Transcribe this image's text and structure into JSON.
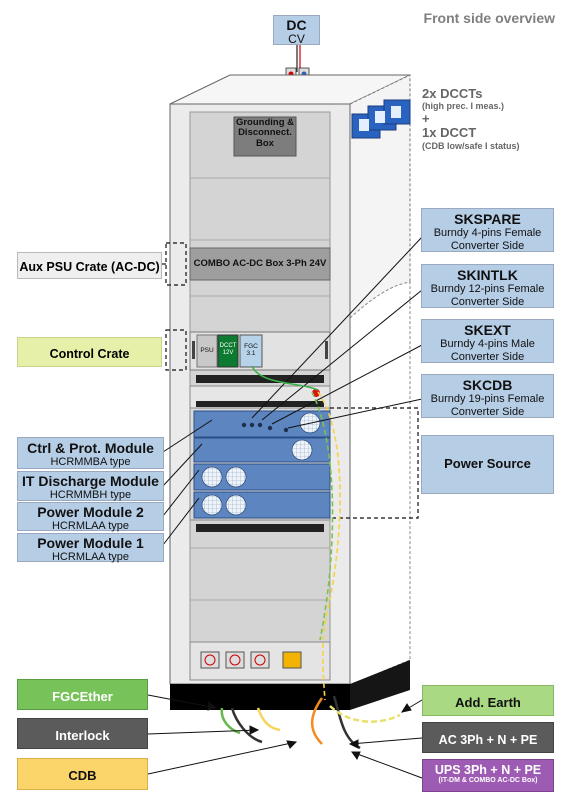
{
  "title": "Front side overview",
  "dc_box": {
    "line1": "DC",
    "line2": "CV"
  },
  "dccts": {
    "line1": "2x DCCTs",
    "line2": "(high prec. I meas.)",
    "line3": "+",
    "line4": "1x DCCT",
    "line5": "(CDB low/safe I status)"
  },
  "rack": {
    "grounding": "Grounding & Disconnect. Box",
    "combo": "COMBO AC-DC Box 3-Ph 24V",
    "psu": "PSU",
    "dcct12": "DCCT 12V",
    "fgc": "FGC 3.1"
  },
  "left_labels": {
    "aux_psu": "Aux PSU Crate (AC-DC)",
    "control_crate": "Control Crate",
    "ctrl_prot": {
      "title": "Ctrl & Prot. Module",
      "sub": "HCRMMBA type"
    },
    "it_discharge": {
      "title": "IT Discharge Module",
      "sub": "HCRMMBH type"
    },
    "power2": {
      "title": "Power Module 2",
      "sub": "HCRMLAA type"
    },
    "power1": {
      "title": "Power Module 1",
      "sub": "HCRMLAA type"
    }
  },
  "right_labels": {
    "skspare": {
      "title": "SKSPARE",
      "l1": "Burndy 4-pins Female",
      "l2": "Converter Side"
    },
    "skintlk": {
      "title": "SKINTLK",
      "l1": "Burndy 12-pins Female",
      "l2": "Converter Side"
    },
    "skext": {
      "title": "SKEXT",
      "l1": "Burndy 4-pins Male",
      "l2": "Converter Side"
    },
    "skcdb": {
      "title": "SKCDB",
      "l1": "Burndy 19-pins Female",
      "l2": "Converter Side"
    },
    "power_source": "Power Source"
  },
  "bottom_labels": {
    "fgcether": "FGCEther",
    "interlock": "Interlock",
    "cdb": "CDB",
    "add_earth": "Add. Earth",
    "ac": "AC 3Ph + N + PE",
    "ups_title": "UPS 3Ph + N + PE",
    "ups_sub": "(IT-DM & COMBO AC-DC Box)"
  },
  "colors": {
    "label_blue": "#b6cde6",
    "control_green": "#e6f0a8",
    "fgcether_green": "#78c25a",
    "interlock_gray": "#5b5b5b",
    "cdb_yellow": "#fbd56a",
    "add_earth_green": "#a9d982",
    "ups_purple": "#9d5bb3",
    "rack_light": "#ececec",
    "rack_shelf": "#d0d0d0"
  }
}
